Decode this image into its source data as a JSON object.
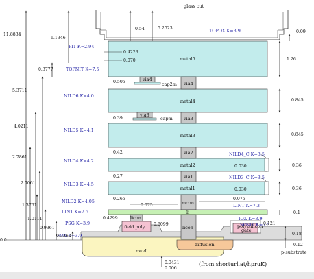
{
  "texts": {
    "glass_cut": "glass cut",
    "topox": "TOPOX K=3.9",
    "pi": "PI1 K=2.94",
    "topnit": "TOPNIT K=7.5",
    "nild6": "NILD6 K=4.0",
    "nild5": "NILD5 K=4.1",
    "nild4": "NILD4 K=4.2",
    "nild3": "NILD3 K=4.5",
    "nild2": "NILD2 K=4.05",
    "lint_left": "LINT K=7.5",
    "lint_right": "LINT K=7.3",
    "psg": "PSG K=3.9",
    "fox": "FOX K=3.9",
    "nild4c": "NILD4_C K=3.5",
    "nild3c": "NILD3_C K=3.5",
    "iox": "IOX K=3.9",
    "spnit": "SPNIT K=7.5",
    "metal5": "metal5",
    "metal4": "metal4",
    "metal3": "metal3",
    "metal2": "metal2",
    "metal1": "metal1",
    "via4a": "via4",
    "via4b": "via4",
    "via3a": "via3",
    "via3b": "via3",
    "via2": "via2",
    "via1": "via1",
    "mcon": "mcon",
    "li": "li",
    "licon_left": "licon",
    "licon_mid": "licon",
    "field_poly": "field poly",
    "polysilicon_gate": "poly\\silicon\ngate",
    "cap2m": "cap2m",
    "capm": "capm",
    "nwell": "nwell",
    "diffusion": "diffusion",
    "psubstrate": "p-substrate",
    "source": "(from  shorturl.at/hpruK)"
  },
  "dims": {
    "d11_8834": "11.8834",
    "d6_1346": "6.1346",
    "d5_2523": "5.2523",
    "d0_54": "0.54",
    "d0_4223": "0.4223",
    "d0_070": "0.070",
    "d0_3777": "0.3777",
    "d0_09": "0.09",
    "d1_26": "1.26",
    "d0_505": "0.505",
    "d5_3711": "5.3711",
    "d0_845a": "0.845",
    "d0_39": "0.39",
    "d4_0211": "4.0211",
    "d0_845b": "0.845",
    "d0_42": "0.42",
    "d2_7861": "2.7861",
    "d0_36a": "0.36",
    "d0_030a": "0.030",
    "d0_27": "0.27",
    "d2_0061": "2.0061",
    "d0_36b": "0.36",
    "d0_030b": "0.030",
    "d0_265": "0.265",
    "d0_075a": "0.075",
    "d0_075b": "0.075",
    "d1_3761": "1.3761",
    "d0_1": "0.1",
    "d1_0111": "1.0111",
    "d0_4299": "0.4299",
    "d0_6099": "0.6099",
    "d0_121": "0.121",
    "d0_9361": "0.9361",
    "d0_18": "0.18",
    "d0_3262": "0.3262",
    "d0_12": "0.12",
    "d0_0": "0.0",
    "d0_0431": "0.0431",
    "d0_006": "0.006"
  },
  "colors": {
    "metal_fill": "#c2ecec",
    "via_fill": "#c8c8c8",
    "li_fill": "#c6f0b4",
    "poly_fill": "#f5c2d2",
    "nwell_fill": "#fbf5c0",
    "diffusion_fill": "#f6c89a",
    "fox_fill": "#dcdcdc"
  }
}
